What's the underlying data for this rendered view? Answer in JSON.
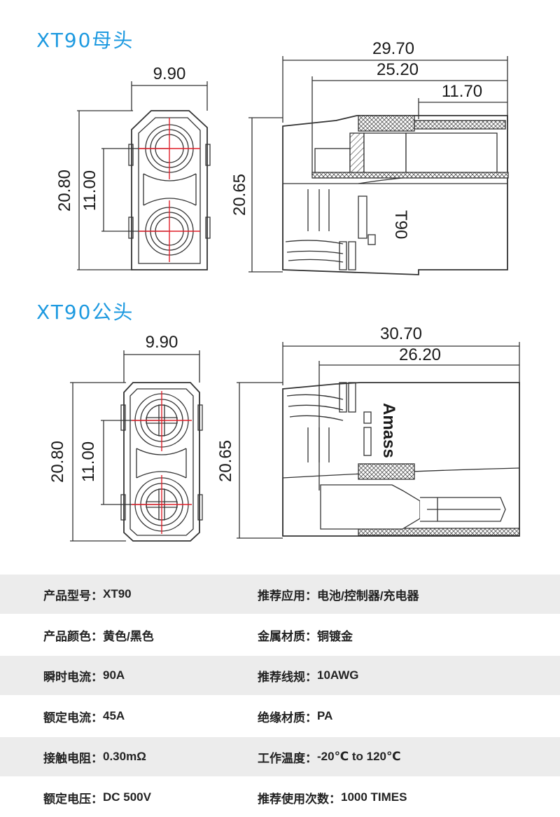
{
  "sections": {
    "female": {
      "title": "XT90母头",
      "front_width": "9.90",
      "front_height": "20.80",
      "pin_spacing": "11.00",
      "side_height": "20.65",
      "side_length_total": "29.70",
      "side_length_body": "25.20",
      "side_length_pin": "11.70",
      "side_marking": "T90"
    },
    "male": {
      "title": "XT90公头",
      "front_width": "9.90",
      "front_height": "20.80",
      "pin_spacing": "11.00",
      "side_height": "20.65",
      "side_length_total": "30.70",
      "side_length_body": "26.20",
      "side_marking": "Amass"
    }
  },
  "specs": [
    {
      "left": {
        "label": "产品型号：",
        "value": "XT90"
      },
      "right": {
        "label": "推荐应用：",
        "value": "电池/控制器/充电器"
      }
    },
    {
      "left": {
        "label": "产品颜色：",
        "value": "黄色/黑色"
      },
      "right": {
        "label": "金属材质：",
        "value": "铜镀金"
      }
    },
    {
      "left": {
        "label": "瞬时电流：",
        "value": "90A"
      },
      "right": {
        "label": "推荐线规：",
        "value": "10AWG"
      }
    },
    {
      "left": {
        "label": "额定电流：",
        "value": "45A"
      },
      "right": {
        "label": "绝缘材质：",
        "value": "PA"
      }
    },
    {
      "left": {
        "label": "接触电阻：",
        "value": "0.30mΩ"
      },
      "right": {
        "label": "工作温度：",
        "value": "-20℃ to 120℃"
      }
    },
    {
      "left": {
        "label": "额定电压：",
        "value": "DC 500V"
      },
      "right": {
        "label": "推荐使用次数：",
        "value": "1000 TIMES"
      }
    }
  ],
  "colors": {
    "title": "#1e9ae0",
    "crosshair": "#e0202a",
    "outline": "#333333",
    "row_shade": "#ececec"
  }
}
